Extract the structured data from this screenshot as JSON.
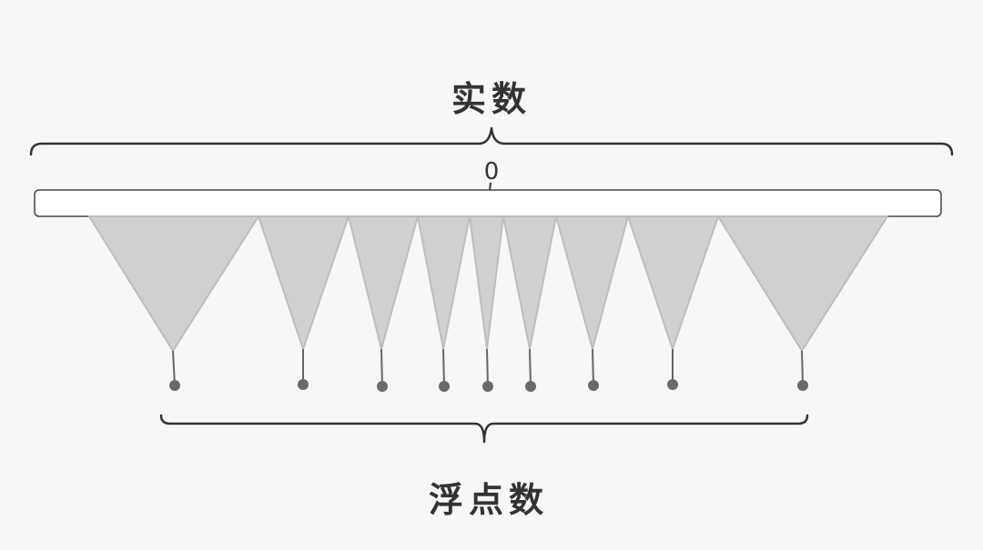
{
  "top_label": "实数",
  "bottom_label": "浮点数",
  "zero_label": "0",
  "colors": {
    "background": "#f7f7f7",
    "bracket": "#333333",
    "bar_fill": "#ffffff",
    "bar_stroke": "#444444",
    "triangle_fill": "#d0d0d0",
    "triangle_stroke": "#bdbdbd",
    "stem": "#666666",
    "point": "#6a6a6a"
  }
}
